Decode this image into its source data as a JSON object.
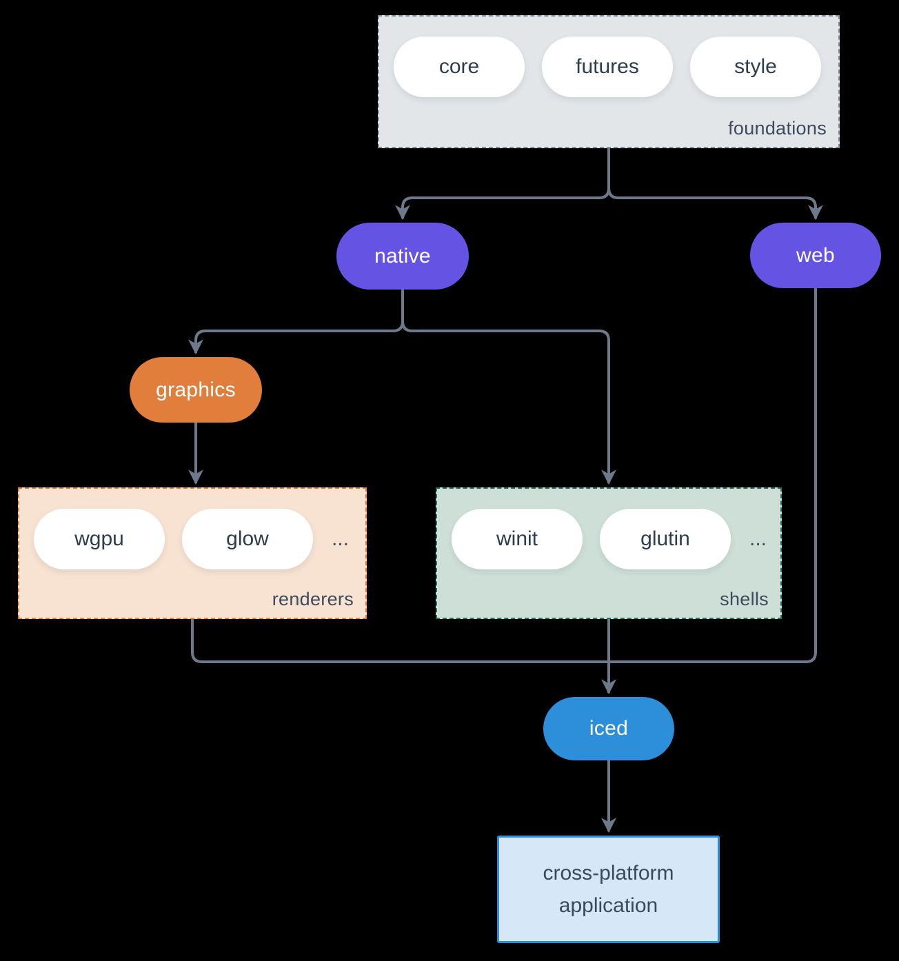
{
  "diagram": {
    "background": "#000000",
    "connector_color": "#6c7a8b",
    "groups": {
      "foundations": {
        "label": "foundations",
        "items": [
          "core",
          "futures",
          "style"
        ]
      },
      "renderers": {
        "label": "renderers",
        "items": [
          "wgpu",
          "glow"
        ],
        "more": "..."
      },
      "shells": {
        "label": "shells",
        "items": [
          "winit",
          "glutin"
        ],
        "more": "..."
      }
    },
    "nodes": {
      "native": {
        "label": "native"
      },
      "web": {
        "label": "web"
      },
      "graphics": {
        "label": "graphics"
      },
      "iced": {
        "label": "iced"
      },
      "application": {
        "line1": "cross-platform",
        "line2": "application"
      }
    },
    "colors": {
      "purple": "#6554e3",
      "orange": "#e17e3b",
      "blue": "#2d8fd9",
      "foundations_fill": "#e2e6e9",
      "foundations_border": "#8290a0",
      "renderers_fill": "#f8e3d2",
      "renderers_border": "#e0813d",
      "shells_fill": "#cedfd8",
      "shells_border": "#266f62",
      "app_fill": "#d6e7f8",
      "app_border": "#2d8fd9",
      "pill_fill": "#ffffff",
      "pill_text": "#2d3c4e",
      "group_label_text": "#3d4b5c"
    }
  }
}
